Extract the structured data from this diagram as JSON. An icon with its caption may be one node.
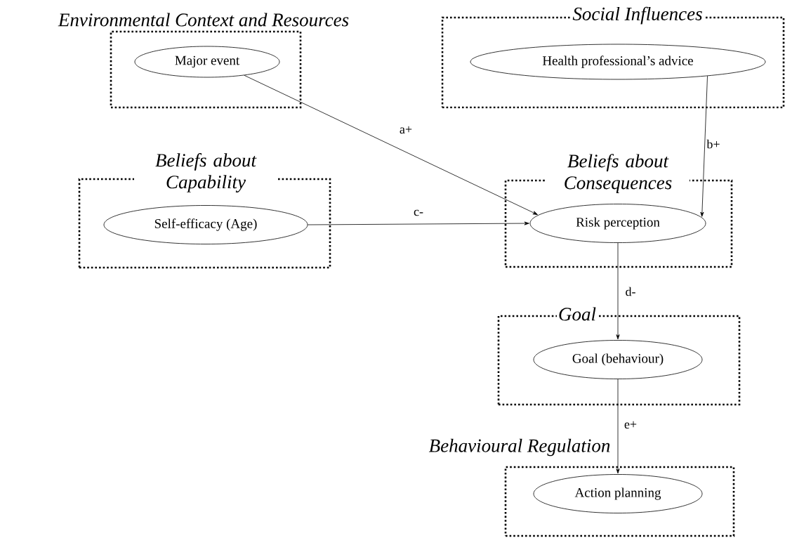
{
  "diagram": {
    "nodes": [
      {
        "text": [
          "Environmental Context and Resources"
        ]
      },
      {
        "text": [
          "Major event"
        ],
        "in": 0
      },
      {
        "text": [
          "Social Influences"
        ]
      },
      {
        "text": [
          "Health professional’s advice"
        ],
        "in": 2
      },
      {
        "text": [
          "Beliefs about Capability"
        ]
      },
      {
        "text": [
          "Self-efficacy (Age)"
        ],
        "in": 4
      },
      {
        "text": [
          "Beliefs about Consequences"
        ]
      },
      {
        "text": [
          "Risk perception"
        ],
        "in": 6
      },
      {
        "text": [
          "Goal"
        ]
      },
      {
        "text": [
          "Goal (behaviour)"
        ],
        "in": 8
      },
      {
        "text": [
          "Behavioural Regulation"
        ]
      },
      {
        "text": [
          "Action planning"
        ],
        "in": 10
      }
    ],
    "edges": [
      {
        "from": 1,
        "to": 7,
        "arrow": "to",
        "label": "a+"
      },
      {
        "from": 3,
        "to": 7,
        "arrow": "to",
        "label": "b+"
      },
      {
        "from": 5,
        "to": 7,
        "arrow": "to",
        "label": "c-"
      },
      {
        "from": 7,
        "to": 9,
        "arrow": "to",
        "label": "d-"
      },
      {
        "from": 9,
        "to": 11,
        "arrow": "to",
        "label": "e+"
      }
    ]
  }
}
